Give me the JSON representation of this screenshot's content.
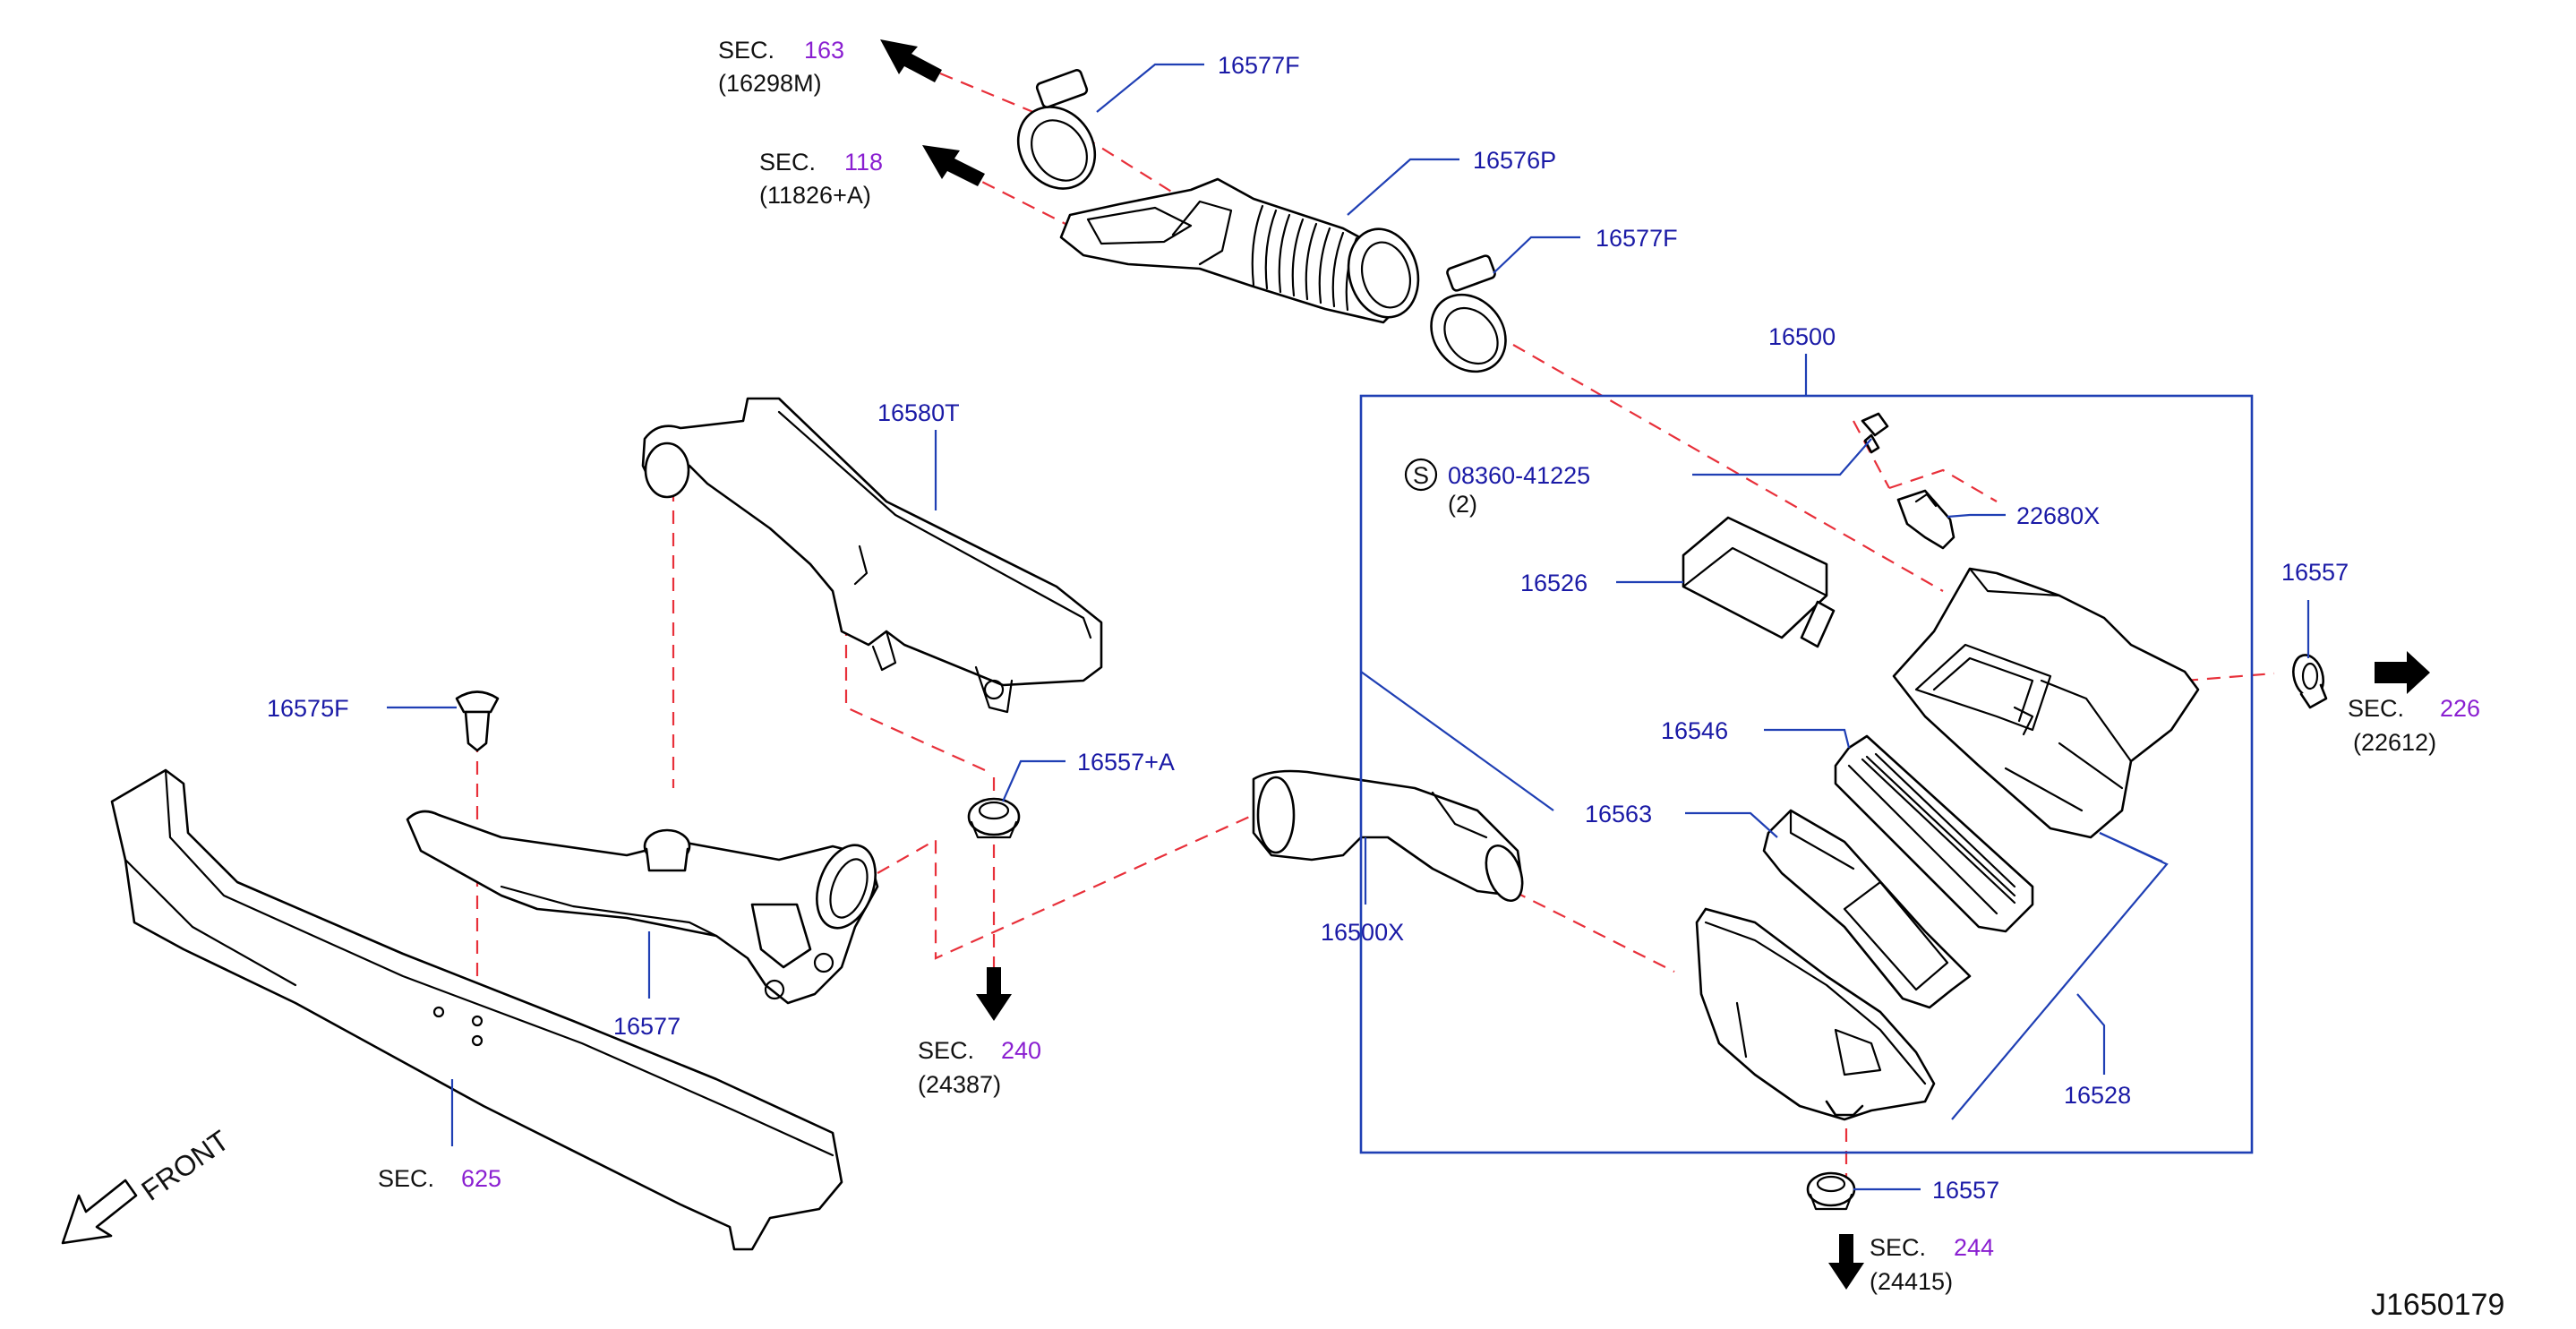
{
  "diagram_code": "J1650179",
  "front_label": "FRONT",
  "part_numbers": {
    "p16577F_top": "16577F",
    "p16576P": "16576P",
    "p16577F_mid": "16577F",
    "p16500": "16500",
    "p08360": "08360-41225",
    "p08360_qty": "(2)",
    "p08360_marker": "S",
    "p22680X": "22680X",
    "p16526": "16526",
    "p16557_right": "16557",
    "p16546": "16546",
    "p16563": "16563",
    "p16528": "16528",
    "p16557_bottom": "16557",
    "p16580T": "16580T",
    "p16575F": "16575F",
    "p16557A": "16557+A",
    "p16577": "16577",
    "p16500X": "16500X"
  },
  "section_refs": [
    {
      "id": "sec163",
      "prefix": "SEC.",
      "number": "163",
      "sub": "(16298M)"
    },
    {
      "id": "sec118",
      "prefix": "SEC.",
      "number": "118",
      "sub": "(11826+A)"
    },
    {
      "id": "sec226",
      "prefix": "SEC.",
      "number": "226",
      "sub": "(22612)"
    },
    {
      "id": "sec240",
      "prefix": "SEC.",
      "number": "240",
      "sub": "(24387)"
    },
    {
      "id": "sec625",
      "prefix": "SEC.",
      "number": "625",
      "sub": ""
    },
    {
      "id": "sec244",
      "prefix": "SEC.",
      "number": "244",
      "sub": "(24415)"
    }
  ],
  "colors": {
    "part_label": "#1a1aa6",
    "section_number": "#8a1fd1",
    "leader_line": "#1f3fb4",
    "centerline": "#e8303a"
  }
}
